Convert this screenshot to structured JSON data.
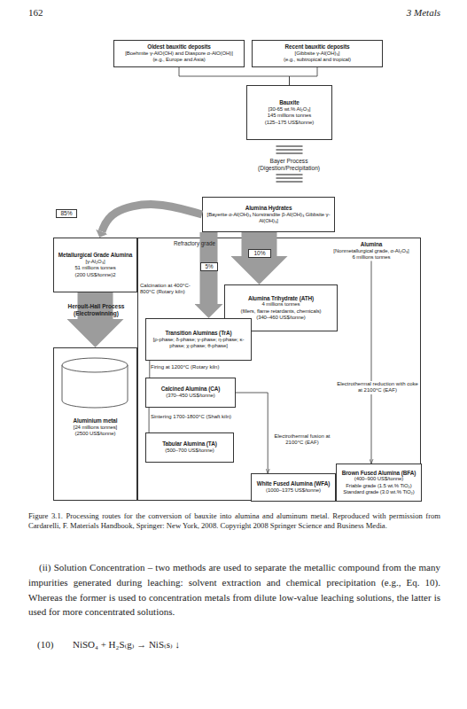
{
  "diagram": {
    "caption": "Figure 3.1. Processing routes for the conversion of bauxite into alumina and aluminum metal. Reproduced with permission from Cardarelli, F. Materials Handbook, Springer: New York, 2008. Copyright 2008 Springer Science and Business Media.",
    "nodes": [
      {
        "text": [
          "Oldest bauxitic deposits",
          "[Boehmite γ-AlO(OH) and Diaspore α-AlO(OH)]",
          "(e.g., Europe and Asia)"
        ]
      },
      {
        "text": [
          "Recent bauxitic deposits",
          "[Gibbsite γ-Al(OH)₃]",
          "(e.g., subtropical and tropical)"
        ]
      },
      {
        "text": [
          "Bauxite",
          "[30-65 wt.% Al₂O₃]",
          "145 millions tonnes",
          "(125–175 US$/tonne)"
        ]
      },
      {
        "text": [
          "Alumina Hydrates",
          "[Bayerite α-Al(OH)₃ Norstrandite β-Al(OH)₃ Gibbsite γ-Al(OH)₃]"
        ]
      },
      {
        "text": [
          "Metallurgical Grade Alumina",
          "[γ-Al₂O₃]",
          "51 millions tonnes",
          "(200 US$/tonne)2"
        ]
      },
      {
        "text": [
          "Aluminium metal",
          "[24 millions tonnes]",
          "(2500 US$/tonne)"
        ]
      },
      {
        "text": [
          "Alumina",
          "[Nonmetallurgical grade, α-Al₂O₃]",
          "6 millions tonnes"
        ]
      },
      {
        "text": [
          "Alumina Trihydrate (ATH)",
          "4 millions tonnes",
          "(fillers, flame retardants, chemicals)",
          "(340–460 US$/tonne)"
        ],
        "in": 6
      },
      {
        "text": [
          "Transition Aluminas (TrA)",
          "[ρ-phase; δ-phase; γ-phase; η-phase; κ-phase; χ-phase; θ-phase]"
        ],
        "in": 6
      },
      {
        "text": [
          "Calcined Alumina (CA)",
          "(370–450 US$/tonne)"
        ],
        "in": 6
      },
      {
        "text": [
          "Tabular Alumina (TA)",
          "(500–700 US$/tonne)"
        ],
        "in": 6
      },
      {
        "text": [
          "White Fused Alumina (WFA)",
          "(1000–1375 US$/tonne)"
        ],
        "in": 6
      },
      {
        "text": [
          "Brown Fused Alumina (BFA)",
          "(400–900 US$/tonne)",
          "Friable grade (1.5 wt.% TiO₂)",
          "Standard grade (3.0 wt.% TiO₂)"
        ],
        "in": 6
      }
    ],
    "edges": [
      {
        "from": 0,
        "to": 2,
        "arrow": "none"
      },
      {
        "from": 1,
        "to": 2,
        "arrow": "none"
      },
      {
        "from": 2,
        "to": 3,
        "arrow": "none",
        "label": "Bayer Process (Digestion/Precipitation)"
      },
      {
        "from": 3,
        "to": 4,
        "arrow": "to",
        "label": "85%"
      },
      {
        "from": 4,
        "to": 5,
        "arrow": "to",
        "label": "Heroult-Hall Process (Electrowinning)"
      },
      {
        "from": 3,
        "to": 7,
        "arrow": "to",
        "label": "10%"
      },
      {
        "from": 3,
        "to": 8,
        "arrow": "to",
        "label": "5%"
      },
      {
        "from": 8,
        "to": 9,
        "arrow": "none",
        "label": "Firing at 1200°C (Rotary kiln)"
      },
      {
        "from": 9,
        "to": 10,
        "arrow": "none",
        "label": "Sintering 1700-1800°C (Shaft kiln)"
      },
      {
        "from": 9,
        "to": 11,
        "arrow": "to",
        "label": "Electrothermal fusion at 2100°C (EAF)"
      },
      {
        "from": 6,
        "to": 12,
        "arrow": "to",
        "label": "Electrothermal reduction with coke at 2100°C (EAF)"
      }
    ],
    "labels": [
      "162",
      "3 Metals",
      "Refractory grade",
      "Calcination at 400°C-800°C (Rotary kiln)",
      "(ii) Solution Concentration – two methods are used to separate the metallic compound from the many impurities generated during leaching: solvent extraction and chemical precipitation (e.g., Eq. 10). Whereas the former is used to concentration metals from dilute low-value leaching solutions, the latter is used for more concentrated solutions.",
      "(10)",
      "NiSO₄ + H₂S₍g₎ → NiS₍s₎ ↓"
    ]
  }
}
